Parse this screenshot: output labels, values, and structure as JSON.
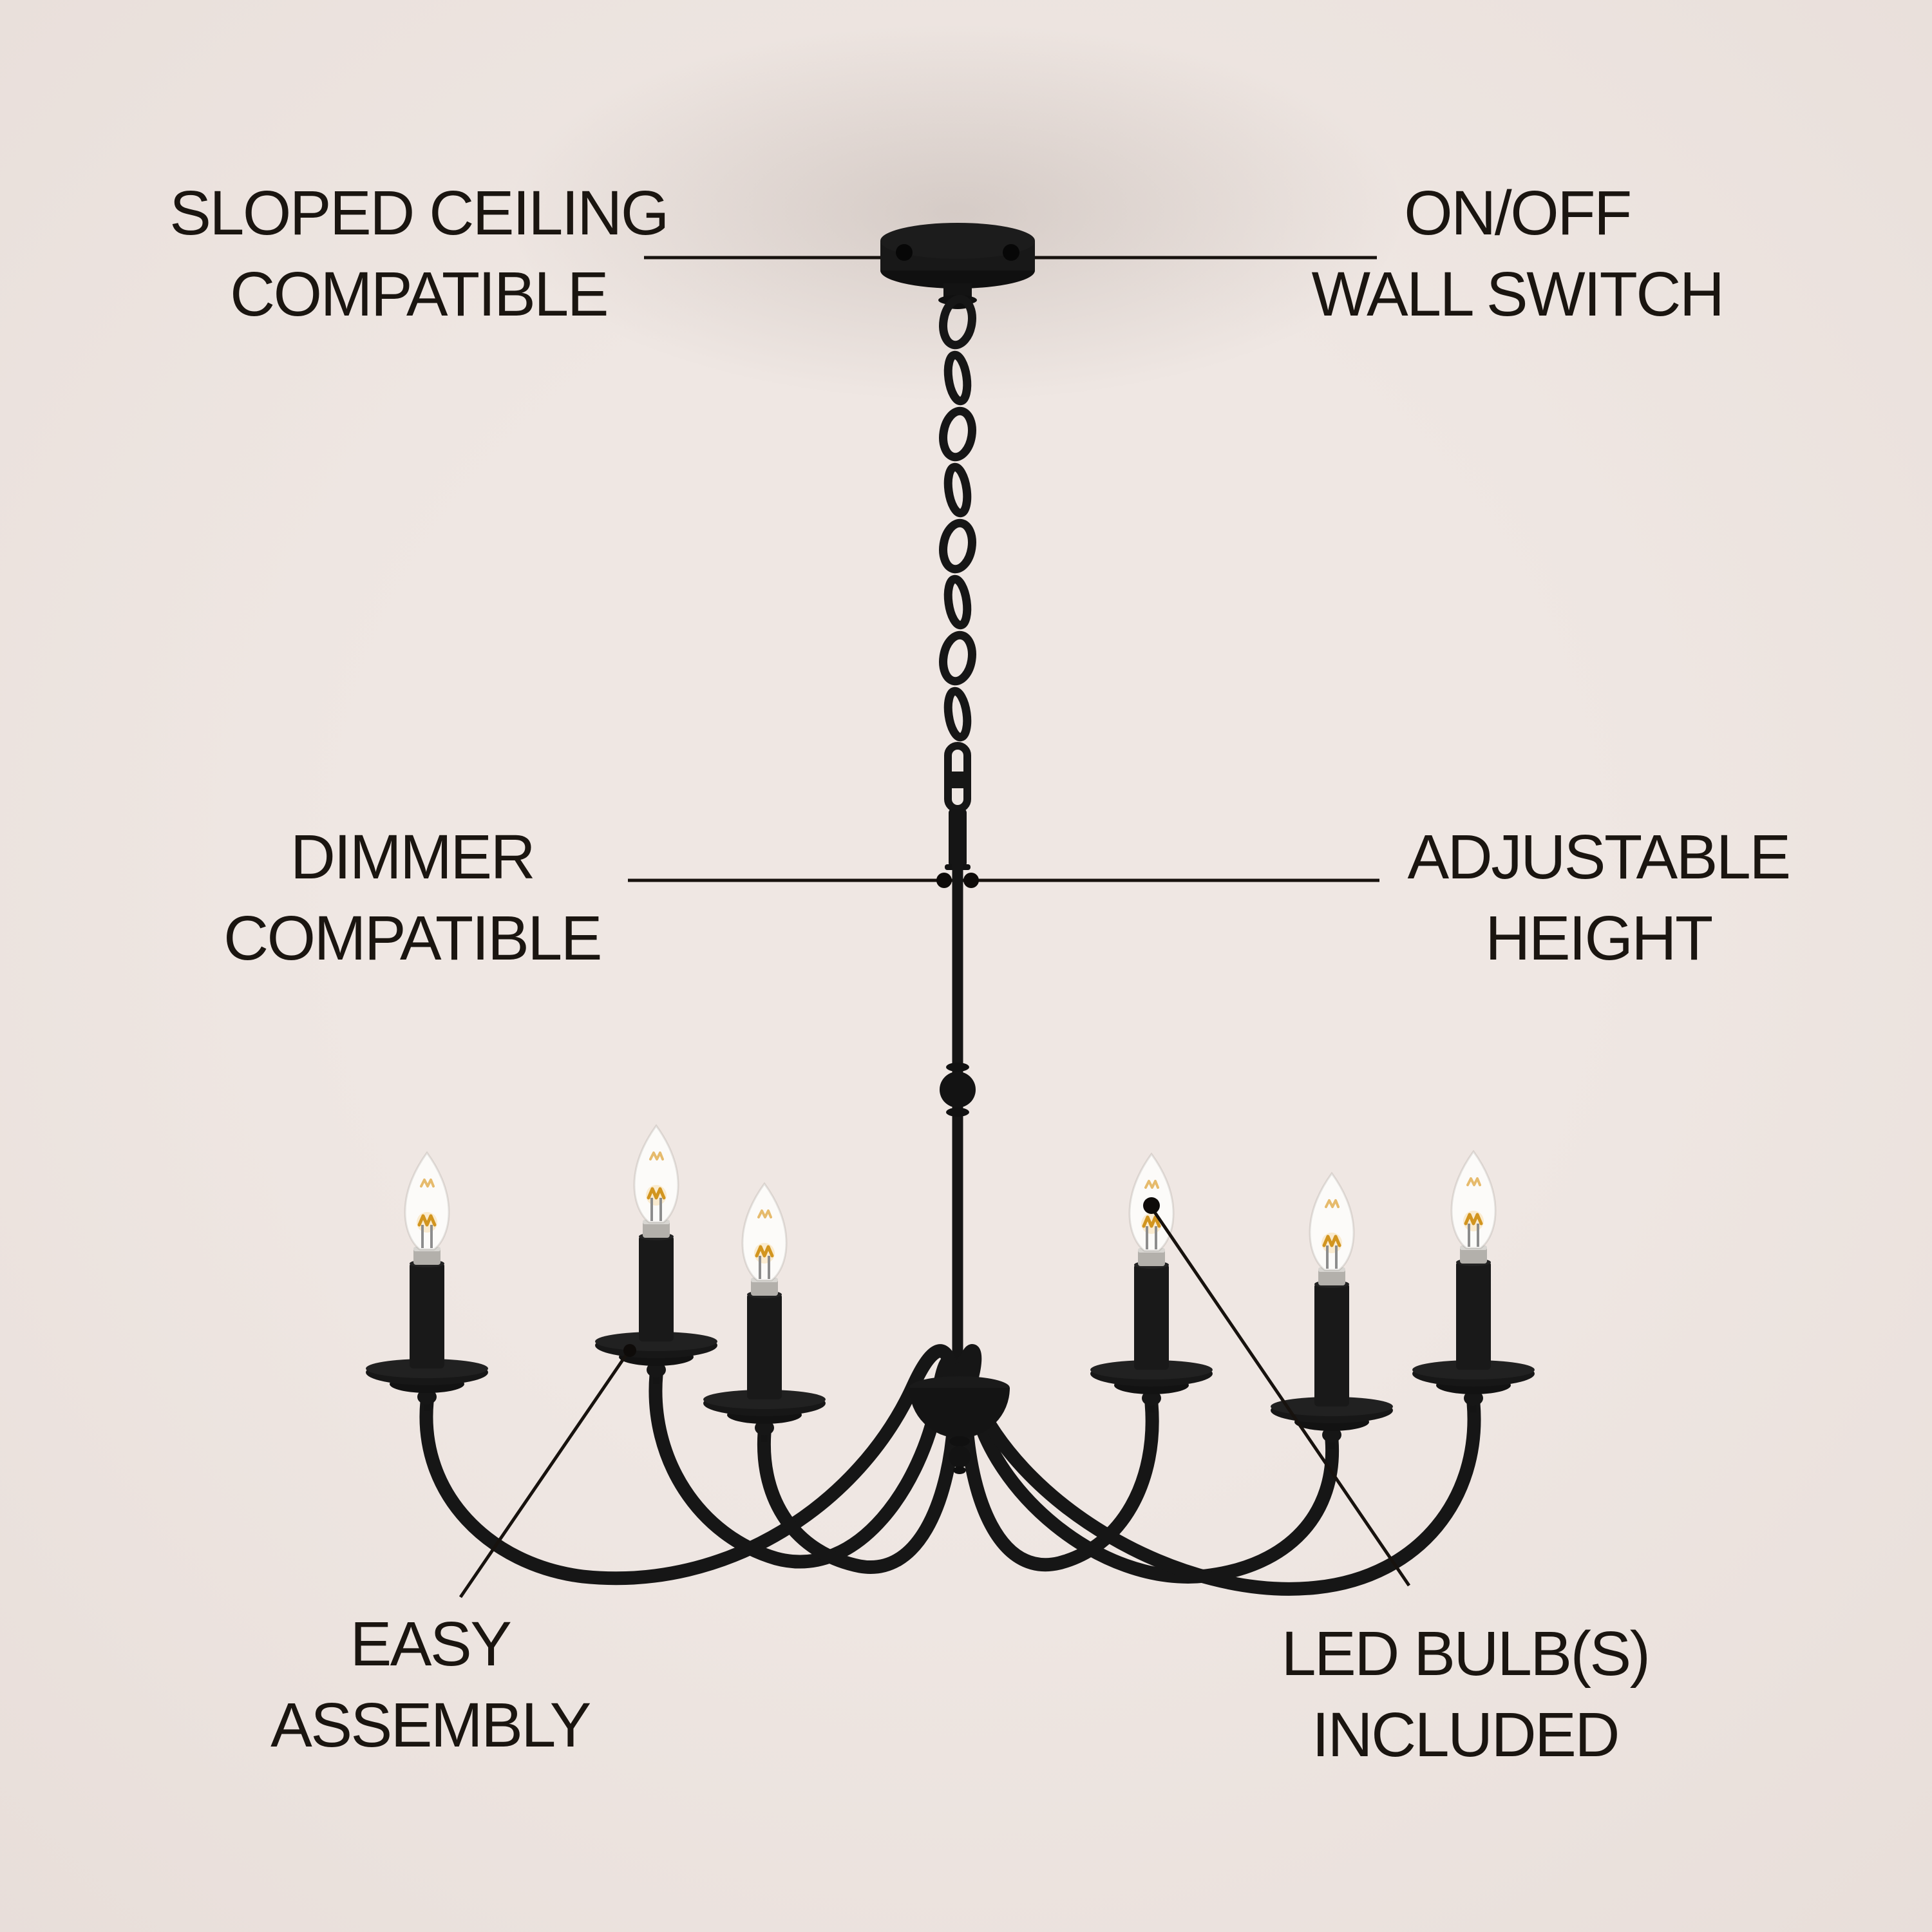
{
  "scene": {
    "background_color": "#ECE3DF",
    "metal_color": "#161616",
    "text_color": "#1A1510",
    "bulb_count": 6,
    "bulb_glow_color": "#D2951F"
  },
  "callouts": {
    "top_left": {
      "line1": "SLOPED CEILING",
      "line2": "COMPATIBLE"
    },
    "top_right": {
      "line1": "ON/OFF",
      "line2": "WALL SWITCH"
    },
    "mid_left": {
      "line1": "DIMMER",
      "line2": "COMPATIBLE"
    },
    "mid_right": {
      "line1": "ADJUSTABLE",
      "line2": "HEIGHT"
    },
    "bottom_left": {
      "line1": "EASY",
      "line2": "ASSEMBLY"
    },
    "bottom_right": {
      "line1": "LED BULB(S)",
      "line2": "INCLUDED"
    }
  }
}
